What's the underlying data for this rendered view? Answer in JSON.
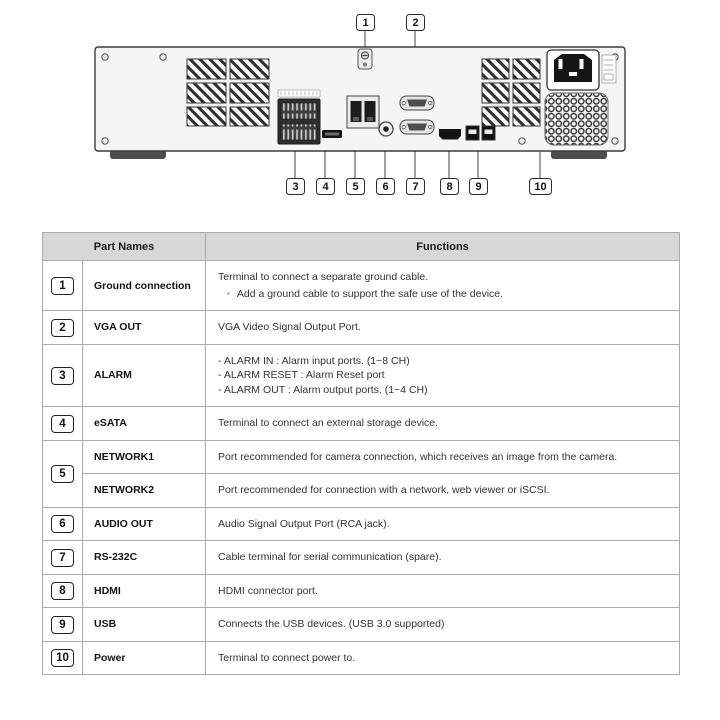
{
  "diagram": {
    "callouts": [
      "1",
      "2",
      "3",
      "4",
      "5",
      "6",
      "7",
      "8",
      "9",
      "10"
    ]
  },
  "table": {
    "headers": {
      "part_names": "Part Names",
      "functions": "Functions"
    },
    "rows": [
      {
        "num": "1",
        "name": "Ground connection",
        "lines": [
          "Terminal to connect a separate ground cable."
        ],
        "bullet": "Add a ground cable to support the safe use of the device."
      },
      {
        "num": "2",
        "name": "VGA OUT",
        "lines": [
          "VGA Video Signal Output Port."
        ]
      },
      {
        "num": "3",
        "name": "ALARM",
        "lines": [
          "-  ALARM IN : Alarm input ports. (1~8 CH)",
          "-  ALARM RESET : Alarm Reset port",
          "-  ALARM OUT : Alarm output ports. (1~4 CH)"
        ]
      },
      {
        "num": "4",
        "name": "eSATA",
        "lines": [
          "Terminal to connect an external storage device."
        ]
      },
      {
        "num": "5",
        "sub": [
          {
            "name": "NETWORK1",
            "text": "Port recommended for camera connection, which receives an image from the camera."
          },
          {
            "name": "NETWORK2",
            "text": "Port recommended for connection with a network, web viewer or iSCSI."
          }
        ]
      },
      {
        "num": "6",
        "name": "AUDIO OUT",
        "lines": [
          "Audio Signal Output Port (RCA jack)."
        ]
      },
      {
        "num": "7",
        "name": "RS-232C",
        "lines": [
          "Cable terminal for serial communication (spare)."
        ]
      },
      {
        "num": "8",
        "name": "HDMI",
        "lines": [
          "HDMI connector port."
        ]
      },
      {
        "num": "9",
        "name": "USB",
        "lines": [
          "Connects the USB devices. (USB 3.0 supported)"
        ]
      },
      {
        "num": "10",
        "name": "Power",
        "lines": [
          "Terminal to connect power to."
        ]
      }
    ]
  }
}
